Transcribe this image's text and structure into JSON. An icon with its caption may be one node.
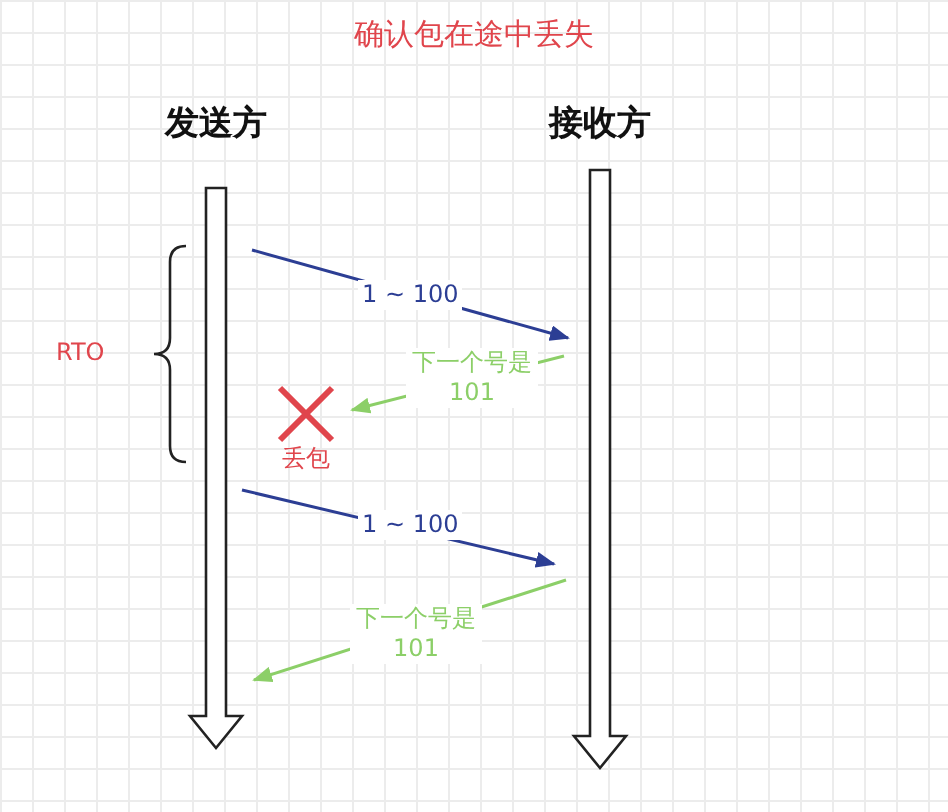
{
  "diagram": {
    "title": "确认包在途中丢失",
    "nodes": [
      {
        "text": [
          "发送方"
        ]
      },
      {
        "text": [
          "接收方"
        ]
      },
      {
        "text": [
          "丢包"
        ]
      }
    ],
    "edges": [
      {
        "from": 0,
        "to": 1,
        "arrow": "to",
        "label": "1 ~ 100",
        "color": "#2c3e94"
      },
      {
        "from": 1,
        "to": 2,
        "arrow": "to",
        "label": "下一个号是 101",
        "color": "#8ccf68"
      },
      {
        "from": 0,
        "to": 1,
        "arrow": "to",
        "label": "1 ~ 100",
        "color": "#2c3e94"
      },
      {
        "from": 1,
        "to": 0,
        "arrow": "to",
        "label": "下一个号是 101",
        "color": "#8ccf68"
      }
    ],
    "labels": [
      "RTO"
    ]
  }
}
